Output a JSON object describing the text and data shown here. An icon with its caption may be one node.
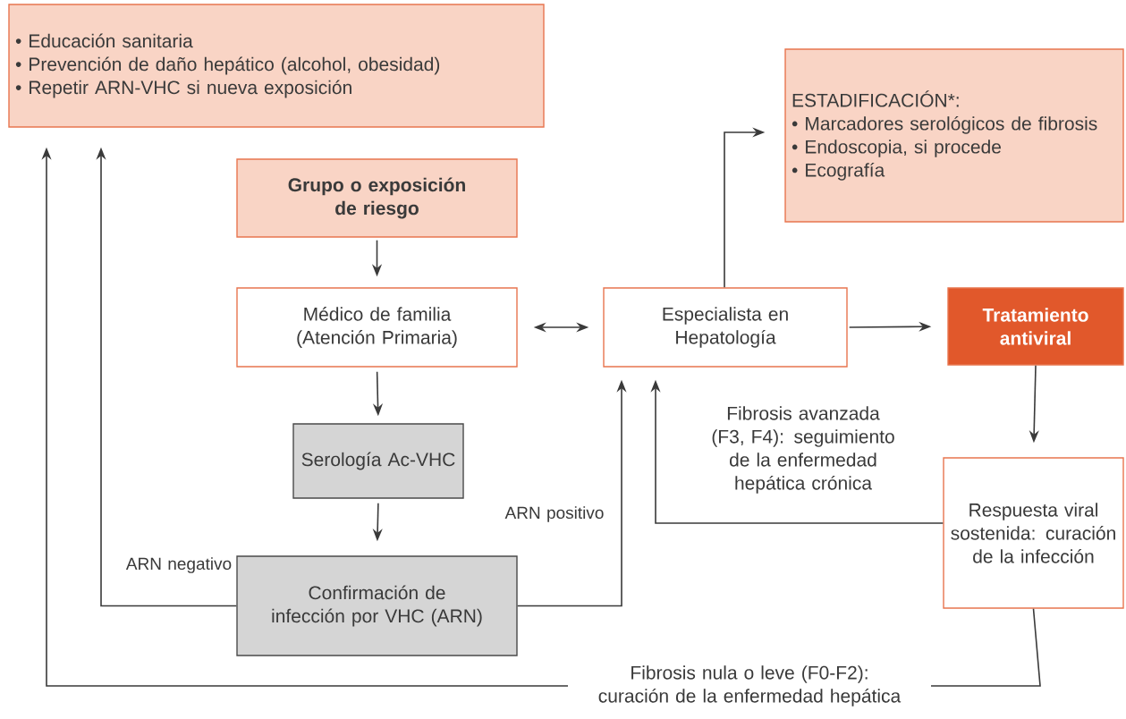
{
  "diagram": {
    "nodes": [
      {
        "text": [
          "• Educación sanitaria",
          "• Prevención de daño hepático (alcohol, obesidad)",
          "• Repetir ARN-VHC si nueva exposición"
        ]
      },
      {
        "text": [
          "ESTADIFICACIÓN*:",
          "• Marcadores serológicos de fibrosis",
          "• Endoscopia, si procede",
          "• Ecografía"
        ]
      },
      {
        "text": [
          "Grupo o exposición de riesgo"
        ]
      },
      {
        "text": [
          "Médico de familia (Atención Primaria)"
        ]
      },
      {
        "text": [
          "Especialista en Hepatología"
        ]
      },
      {
        "text": [
          "Tratamiento antiviral"
        ]
      },
      {
        "text": [
          "Serología Ac-VHC"
        ]
      },
      {
        "text": [
          "Confirmación de infección por VHC (ARN)"
        ]
      },
      {
        "text": [
          "Respuesta viral sostenida: curación de la infección"
        ]
      }
    ],
    "edges": [
      {
        "from": 2,
        "to": 3,
        "arrow": "to"
      },
      {
        "from": 3,
        "to": 4,
        "arrow": "both"
      },
      {
        "from": 4,
        "to": 5,
        "arrow": "to"
      },
      {
        "from": 3,
        "to": 6,
        "arrow": "to"
      },
      {
        "from": 6,
        "to": 7,
        "arrow": "to"
      },
      {
        "from": 5,
        "to": 8,
        "arrow": "to"
      },
      {
        "from": 4,
        "to": 1,
        "arrow": "to"
      },
      {
        "from": 7,
        "to": 0,
        "arrow": "to",
        "label": "ARN negativo"
      },
      {
        "from": 7,
        "to": 4,
        "arrow": "to",
        "label": "ARN positivo"
      },
      {
        "from": 8,
        "to": 4,
        "arrow": "to",
        "label": "Fibrosis avanzada (F3, F4): seguimiento de la enfermedad hepática crónica"
      },
      {
        "from": 8,
        "to": 0,
        "arrow": "to",
        "label": "Fibrosis nula o leve (F0-F2): curación de la enfermedad hepática"
      }
    ]
  }
}
